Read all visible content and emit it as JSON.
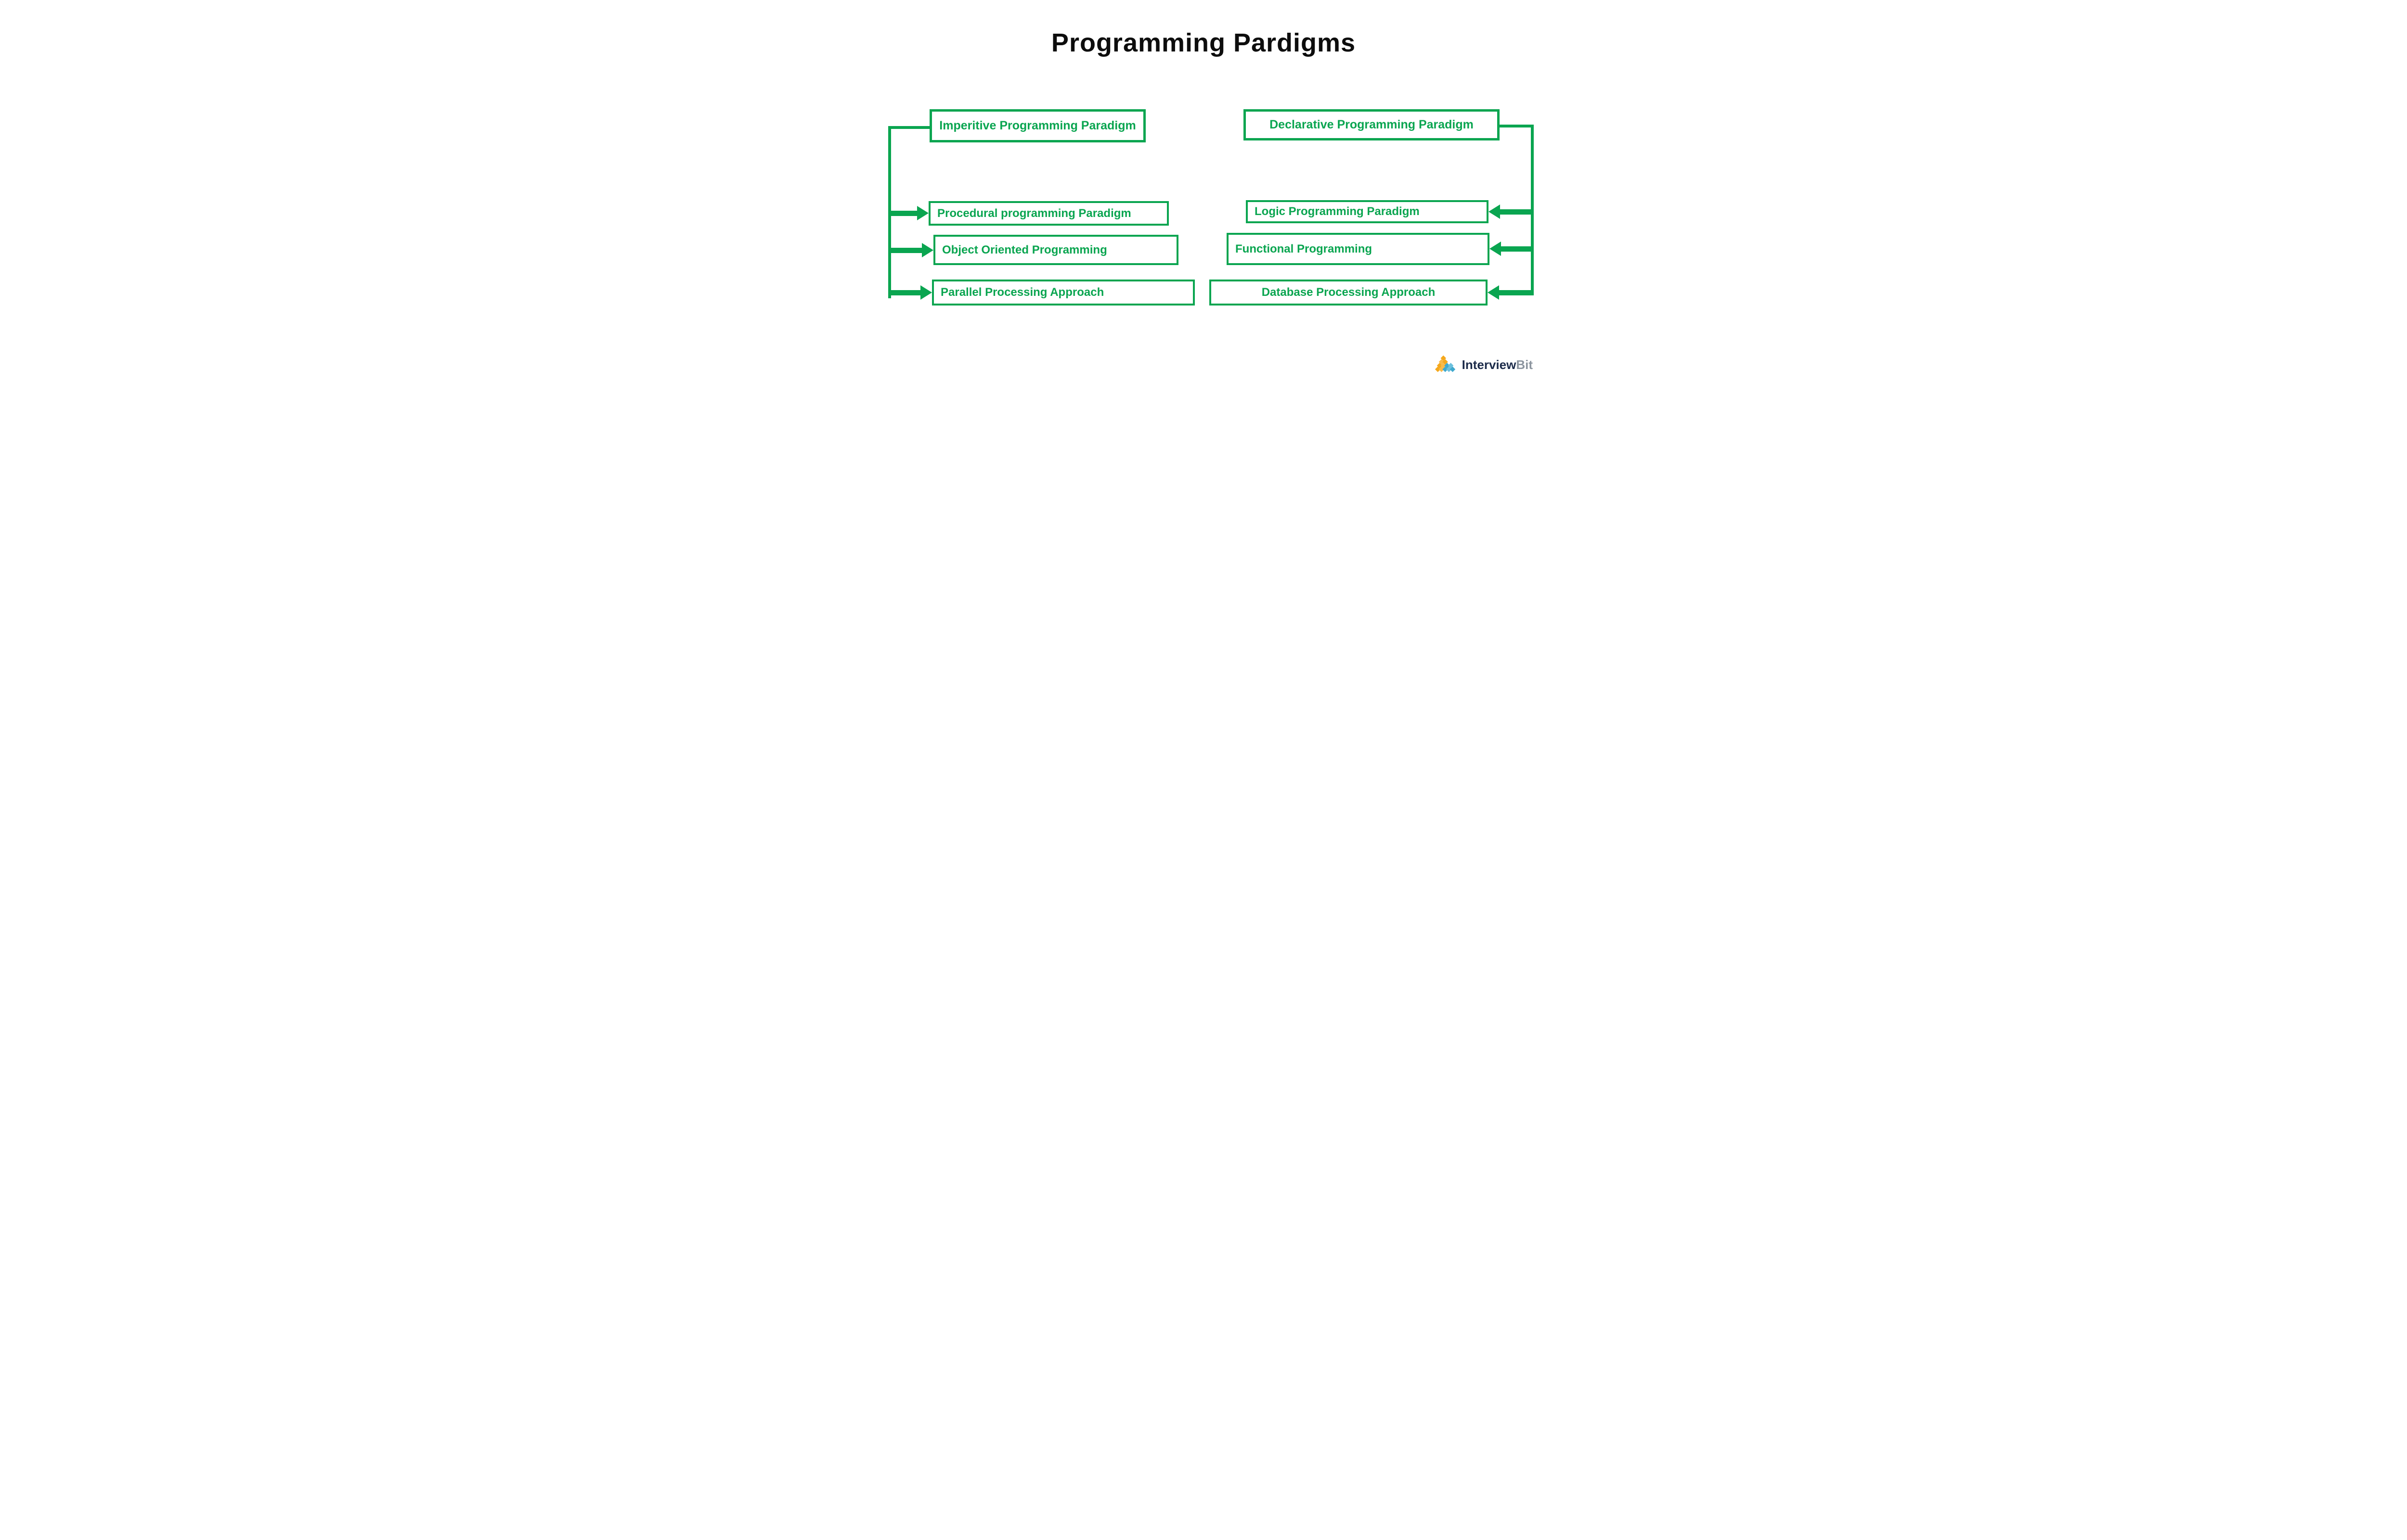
{
  "title": "Programming Pardigms",
  "colors": {
    "accent_green": "#0aa550",
    "title_ink": "#0d0d0d",
    "logo_orange": "#f5a81c",
    "logo_teal": "#3fa9ce",
    "logo_navy": "#1c2b4a",
    "logo_gray": "#8c959f"
  },
  "left_tree": {
    "root": "Imperitive Programming Paradigm",
    "children": [
      "Procedural programming Paradigm",
      "Object Oriented Programming",
      "Parallel Processing  Approach"
    ]
  },
  "right_tree": {
    "root": "Declarative Programming Paradigm",
    "children": [
      "Logic Programming Paradigm",
      "Functional Programming",
      "Database Processing Approach"
    ]
  },
  "logo": {
    "text_primary": "Interview",
    "text_secondary": "Bit",
    "icon": "diamond-lattice-icon"
  }
}
